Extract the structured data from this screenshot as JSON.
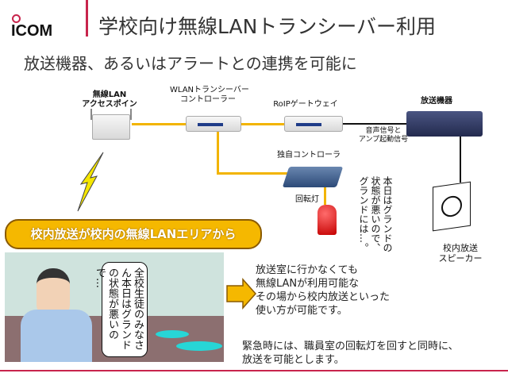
{
  "header": {
    "brand": "ICOM",
    "title": "学校向け無線LANトランシーバー利用",
    "subtitle": "放送機器、あるいはアラートとの連携を可能に"
  },
  "diagram": {
    "access_point_label_1": "無線LAN",
    "access_point_label_2": "アクセスポイン",
    "controller_label_1": "WLANトランシーバー",
    "controller_label_2": "コントローラー",
    "gateway_label": "RoIPゲートウェイ",
    "broadcast_label": "放送機器",
    "signal_label_1": "音声信号と",
    "signal_label_2": "アンプ起動信号",
    "custom_controller_label": "独自コントローラ",
    "rotating_light_label": "回転灯",
    "speaker_label_1": "校内放送",
    "speaker_label_2": "スピーカー",
    "speaker_bubble": "本日はグランドの状態が悪いので、グランドには…。"
  },
  "banner": {
    "text": "校内放送が校内の無線LANエリアから"
  },
  "scene": {
    "speech": "全校生徒のみなさん本日はグランドの状態が悪いので…"
  },
  "description": "放送室に行かなくても\n無線LANが利用可能な\nその場から校内放送といった\n使い方が可能です。",
  "note": "緊急時には、職員室の回転灯を回すと同時に、\n放送を可能とします。",
  "colors": {
    "accent": "#c8244c",
    "wire": "#f2b400",
    "banner": "#f5b800"
  }
}
